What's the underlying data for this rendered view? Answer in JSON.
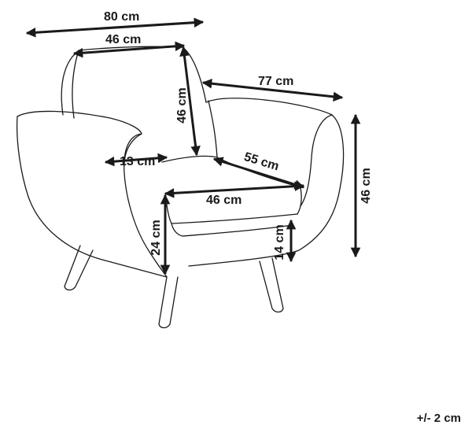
{
  "dimensions": {
    "overall_width": "80 cm",
    "back_width": "46 cm",
    "back_height": "46 cm",
    "depth": "77 cm",
    "arm_thickness": "13 cm",
    "seat_depth": "55 cm",
    "seat_width": "46 cm",
    "overall_height": "46 cm",
    "arm_height": "24 cm",
    "seat_height": "14 cm"
  },
  "tolerance": "+/- 2 cm"
}
